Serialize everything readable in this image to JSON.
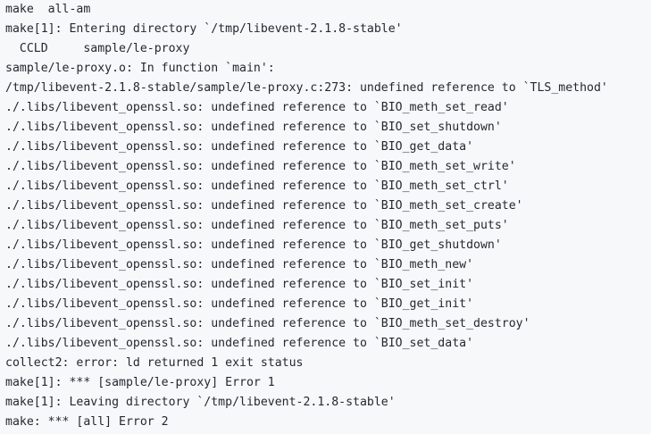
{
  "terminal": {
    "lines": [
      "make  all-am",
      "make[1]: Entering directory `/tmp/libevent-2.1.8-stable'",
      "  CCLD     sample/le-proxy",
      "sample/le-proxy.o: In function `main':",
      "/tmp/libevent-2.1.8-stable/sample/le-proxy.c:273: undefined reference to `TLS_method'",
      "./.libs/libevent_openssl.so: undefined reference to `BIO_meth_set_read'",
      "./.libs/libevent_openssl.so: undefined reference to `BIO_set_shutdown'",
      "./.libs/libevent_openssl.so: undefined reference to `BIO_get_data'",
      "./.libs/libevent_openssl.so: undefined reference to `BIO_meth_set_write'",
      "./.libs/libevent_openssl.so: undefined reference to `BIO_meth_set_ctrl'",
      "./.libs/libevent_openssl.so: undefined reference to `BIO_meth_set_create'",
      "./.libs/libevent_openssl.so: undefined reference to `BIO_meth_set_puts'",
      "./.libs/libevent_openssl.so: undefined reference to `BIO_get_shutdown'",
      "./.libs/libevent_openssl.so: undefined reference to `BIO_meth_new'",
      "./.libs/libevent_openssl.so: undefined reference to `BIO_set_init'",
      "./.libs/libevent_openssl.so: undefined reference to `BIO_get_init'",
      "./.libs/libevent_openssl.so: undefined reference to `BIO_meth_set_destroy'",
      "./.libs/libevent_openssl.so: undefined reference to `BIO_set_data'",
      "collect2: error: ld returned 1 exit status",
      "make[1]: *** [sample/le-proxy] Error 1",
      "make[1]: Leaving directory `/tmp/libevent-2.1.8-stable'",
      "make: *** [all] Error 2"
    ]
  }
}
